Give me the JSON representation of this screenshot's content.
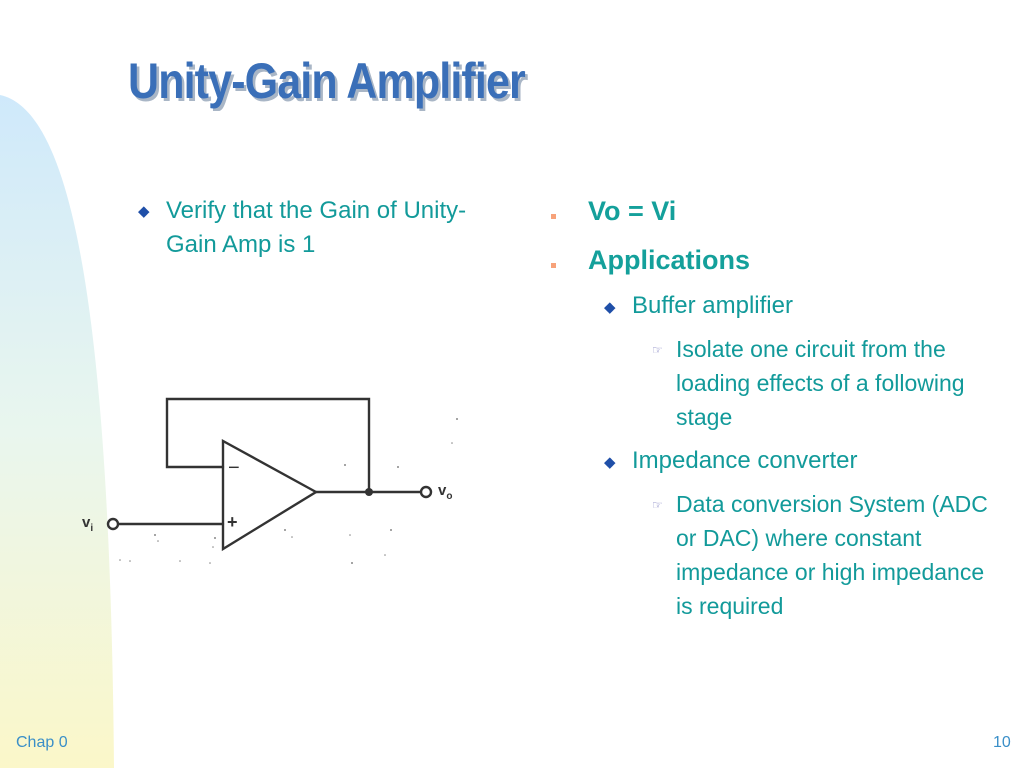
{
  "slide": {
    "title": "Unity-Gain Amplifier",
    "left_bullet": "Verify that the Gain of Unity-Gain Amp is 1",
    "right_bullets": [
      {
        "text": "Vo = Vi",
        "children": []
      },
      {
        "text": "Applications",
        "children": [
          {
            "text": "Buffer amplifier",
            "children": [
              "Isolate one circuit from the loading effects of a following stage"
            ]
          },
          {
            "text": "Impedance converter",
            "children": [
              "Data conversion System (ADC or DAC) where constant impedance or high impedance is required"
            ]
          }
        ]
      }
    ],
    "footer_left": "Chap 0",
    "footer_right": "10"
  },
  "circuit": {
    "minus": "−",
    "plus": "+",
    "vi": "v",
    "vi_sub": "i",
    "vo": "v",
    "vo_sub": "o"
  },
  "colors": {
    "title": "#3a6fb8",
    "text": "#129a9a",
    "bullet_diamond": "#1f4fa8",
    "bullet_square": "#f7a27a",
    "footer": "#3a8fc8"
  },
  "icons": {
    "level1": "square-bullet-icon",
    "level2": "diamond-bullet-icon",
    "level3": "pointing-hand-icon"
  }
}
